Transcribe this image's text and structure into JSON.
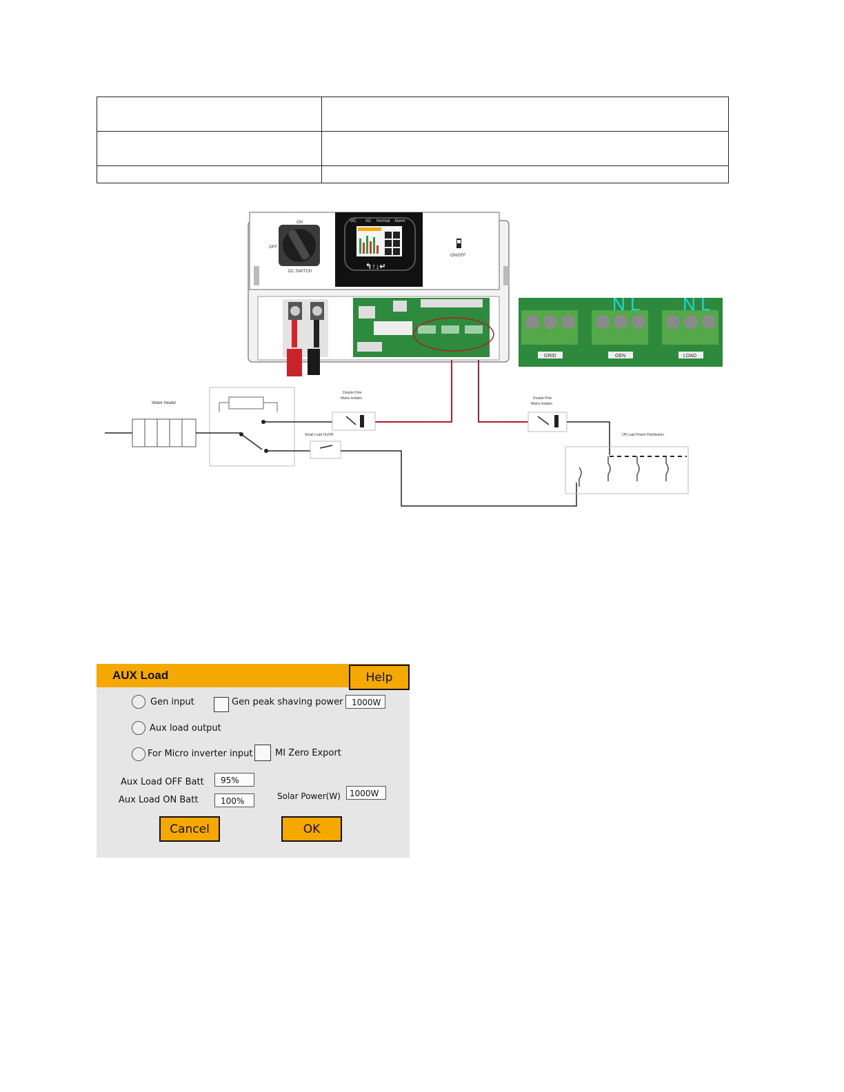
{
  "table": {
    "rows": [
      [
        "",
        ""
      ],
      [
        "",
        ""
      ],
      [
        "",
        ""
      ]
    ]
  },
  "diagram": {
    "inverter": {
      "switch_on": "ON",
      "switch_off": "OFF",
      "dc_switch": "DC SWITCH",
      "indicators": [
        "DC",
        "AC",
        "Normal",
        "Alarm"
      ],
      "keys": "↰↑↓↵",
      "on_off": "ON/OFF"
    },
    "terminal_block": {
      "nl_a": "N L",
      "nl_b": "N L",
      "labels": [
        "GRID",
        "GEN",
        "LOAD"
      ]
    },
    "labels": {
      "water_heater": "Water Heater",
      "double_pole_left": [
        "Double Pole",
        "Mains Isolator"
      ],
      "double_pole_right": [
        "Double Pole",
        "Mains Isolator"
      ],
      "small_load": "Small Load On/Off",
      "off_load": "Off Load Power Distribution"
    },
    "colors": {
      "wire_red": "#b01e23",
      "board_green": "#2e8b3e",
      "terminal_cyan": "#1fd6e0"
    }
  },
  "aux_load": {
    "title": "AUX Load",
    "help_label": "Help",
    "options": {
      "gen_input": "Gen input",
      "aux_load_output": "Aux load output",
      "micro_inverter_input": "For Micro inverter input"
    },
    "gen_peak_shaving": {
      "label": "Gen peak shaving power",
      "value": "1000W"
    },
    "mi_zero_export": "MI Zero Export",
    "aux_load_off_batt": {
      "label": "Aux Load OFF Batt",
      "value": "95%"
    },
    "aux_load_on_batt": {
      "label": "Aux Load ON Batt",
      "value": "100%"
    },
    "solar_power": {
      "label": "Solar Power(W)",
      "value": "1000W"
    },
    "cancel_label": "Cancel",
    "ok_label": "OK",
    "colors": {
      "accent": "#f5a800",
      "panel": "#e6e6e6"
    }
  }
}
